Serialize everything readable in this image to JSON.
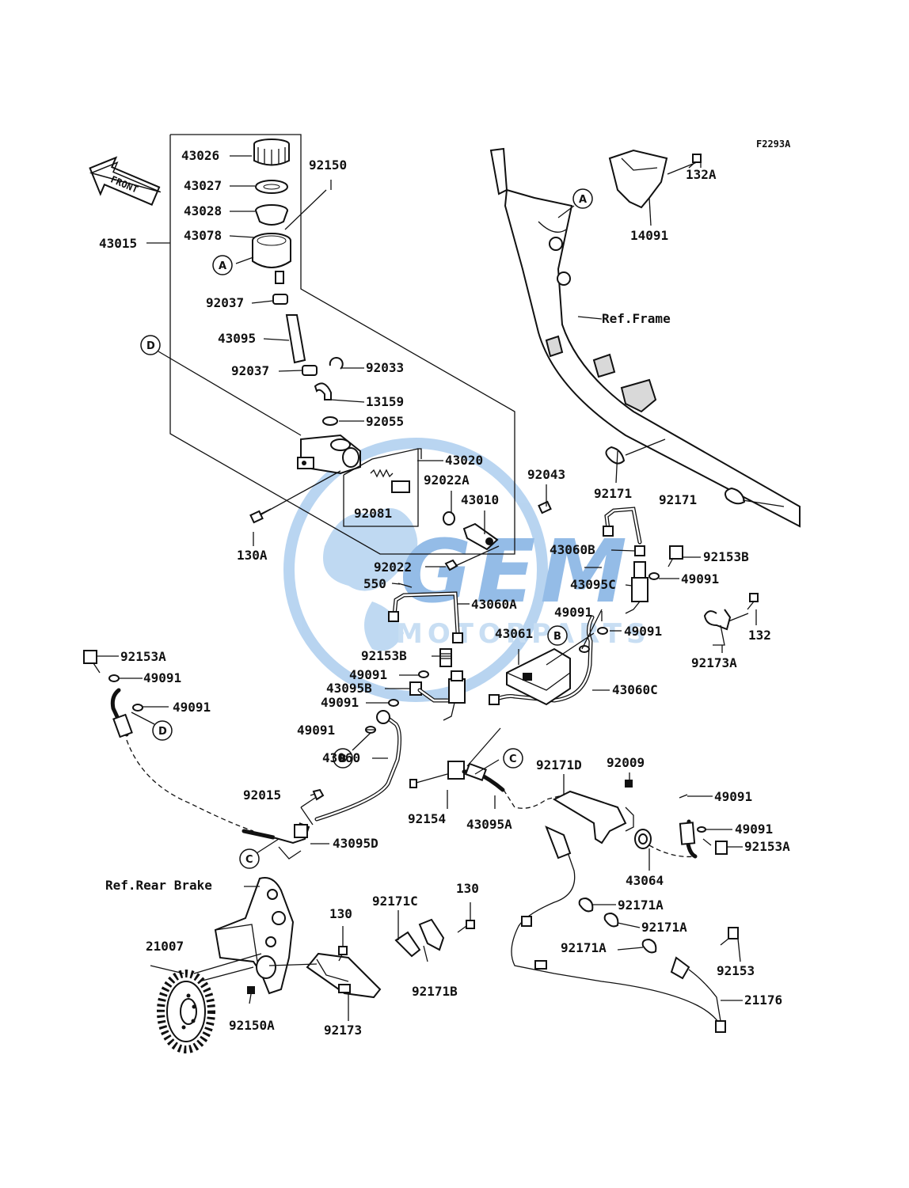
{
  "figure_code": "F2293A",
  "front_arrow_label": "FRONT",
  "watermark": {
    "main": "GEM",
    "sub": "MOTORPARTS",
    "color": "#4a90d9"
  },
  "references": {
    "frame": "Ref.Frame",
    "rear_brake": "Ref.Rear Brake"
  },
  "callouts": [
    "A",
    "B",
    "C",
    "D"
  ],
  "parts": [
    {
      "id": "p43026",
      "label": "43026"
    },
    {
      "id": "p92150",
      "label": "92150"
    },
    {
      "id": "p43027",
      "label": "43027"
    },
    {
      "id": "p43028",
      "label": "43028"
    },
    {
      "id": "p43015",
      "label": "43015"
    },
    {
      "id": "p43078",
      "label": "43078"
    },
    {
      "id": "p92037a",
      "label": "92037"
    },
    {
      "id": "p43095",
      "label": "43095"
    },
    {
      "id": "p92037b",
      "label": "92037"
    },
    {
      "id": "p92033",
      "label": "92033"
    },
    {
      "id": "p13159",
      "label": "13159"
    },
    {
      "id": "p92055",
      "label": "92055"
    },
    {
      "id": "p43020",
      "label": "43020"
    },
    {
      "id": "p92022A",
      "label": "92022A"
    },
    {
      "id": "p43010",
      "label": "43010"
    },
    {
      "id": "p92081",
      "label": "92081"
    },
    {
      "id": "p92043",
      "label": "92043"
    },
    {
      "id": "p130A",
      "label": "130A"
    },
    {
      "id": "p92022",
      "label": "92022"
    },
    {
      "id": "p550",
      "label": "550"
    },
    {
      "id": "p43060A",
      "label": "43060A"
    },
    {
      "id": "p43060B",
      "label": "43060B"
    },
    {
      "id": "p92153B_r",
      "label": "92153B"
    },
    {
      "id": "p49091_r1",
      "label": "49091"
    },
    {
      "id": "p43095C",
      "label": "43095C"
    },
    {
      "id": "p49091_r2",
      "label": "49091"
    },
    {
      "id": "p49091_r3",
      "label": "49091"
    },
    {
      "id": "p43061",
      "label": "43061"
    },
    {
      "id": "p132",
      "label": "132"
    },
    {
      "id": "p92173A",
      "label": "92173A"
    },
    {
      "id": "p132A",
      "label": "132A"
    },
    {
      "id": "p14091",
      "label": "14091"
    },
    {
      "id": "p92171_1",
      "label": "92171"
    },
    {
      "id": "p92171_2",
      "label": "92171"
    },
    {
      "id": "p92153A_l",
      "label": "92153A"
    },
    {
      "id": "p49091_l1",
      "label": "49091"
    },
    {
      "id": "p49091_l2",
      "label": "49091"
    },
    {
      "id": "p92153B_c",
      "label": "92153B"
    },
    {
      "id": "p49091_c1",
      "label": "49091"
    },
    {
      "id": "p43095B",
      "label": "43095B"
    },
    {
      "id": "p49091_c2",
      "label": "49091"
    },
    {
      "id": "p49091_c3",
      "label": "49091"
    },
    {
      "id": "p43060C",
      "label": "43060C"
    },
    {
      "id": "p43060",
      "label": "43060"
    },
    {
      "id": "p92015",
      "label": "92015"
    },
    {
      "id": "p43095D",
      "label": "43095D"
    },
    {
      "id": "p92154",
      "label": "92154"
    },
    {
      "id": "p43095A",
      "label": "43095A"
    },
    {
      "id": "p92171D",
      "label": "92171D"
    },
    {
      "id": "p92009",
      "label": "92009"
    },
    {
      "id": "p49091_rr1",
      "label": "49091"
    },
    {
      "id": "p49091_rr2",
      "label": "49091"
    },
    {
      "id": "p92153A_r",
      "label": "92153A"
    },
    {
      "id": "p43064",
      "label": "43064"
    },
    {
      "id": "p92171A_1",
      "label": "92171A"
    },
    {
      "id": "p92171A_2",
      "label": "92171A"
    },
    {
      "id": "p92171A_3",
      "label": "92171A"
    },
    {
      "id": "p92153",
      "label": "92153"
    },
    {
      "id": "p21176",
      "label": "21176"
    },
    {
      "id": "p92171C",
      "label": "92171C"
    },
    {
      "id": "p130_a",
      "label": "130"
    },
    {
      "id": "p130_b",
      "label": "130"
    },
    {
      "id": "p92171B",
      "label": "92171B"
    },
    {
      "id": "p21007",
      "label": "21007"
    },
    {
      "id": "p92150A",
      "label": "92150A"
    },
    {
      "id": "p92173",
      "label": "92173"
    }
  ]
}
